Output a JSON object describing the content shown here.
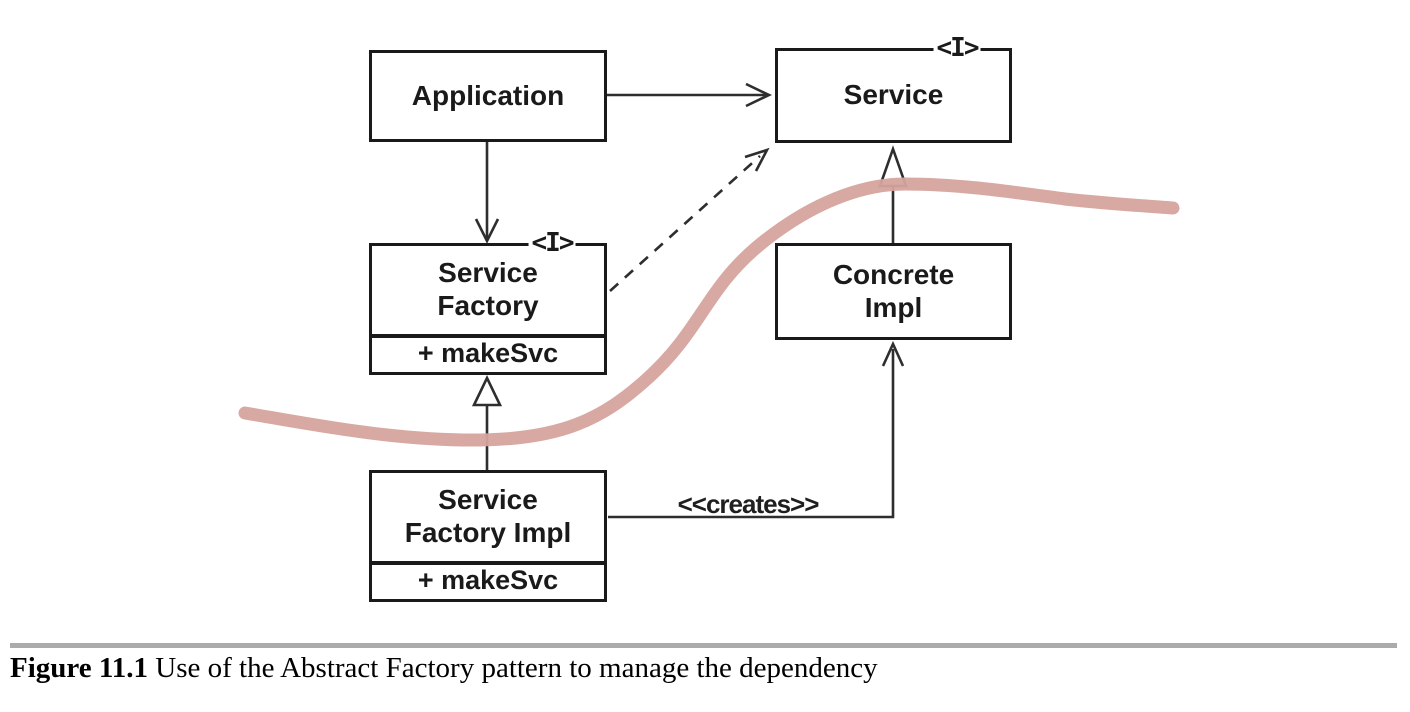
{
  "diagram": {
    "classes": {
      "application": {
        "name": "Application"
      },
      "service": {
        "stereotype": "<I>",
        "name": "Service"
      },
      "service_factory": {
        "stereotype": "<I>",
        "name_line1": "Service",
        "name_line2": "Factory",
        "method": "+ makeSvc"
      },
      "concrete_impl": {
        "name_line1": "Concrete",
        "name_line2": "Impl"
      },
      "service_factory_impl": {
        "name_line1": "Service",
        "name_line2": "Factory Impl",
        "method": "+ makeSvc"
      }
    },
    "labels": {
      "creates": "<<creates>>"
    },
    "colors": {
      "connector": "#2e2e2e",
      "box_border": "#1a1a1a",
      "box_fill": "#ffffff",
      "boundary_curve": "#d5a49d",
      "divider": "#ababab"
    }
  },
  "caption": {
    "figure_label": "Figure 11.1",
    "text": " Use of the Abstract Factory pattern to manage the dependency"
  }
}
